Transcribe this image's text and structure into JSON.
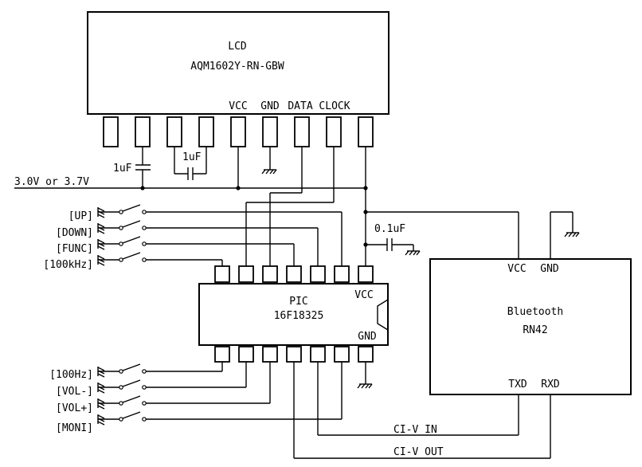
{
  "lcd": {
    "title": "LCD",
    "model": "AQM1602Y-RN-GBW",
    "pins": {
      "vcc": "VCC",
      "gnd": "GND",
      "data": "DATA",
      "clock": "CLOCK"
    }
  },
  "pic": {
    "title": "PIC",
    "model": "16F18325",
    "pins": {
      "vcc": "VCC",
      "gnd": "GND"
    }
  },
  "bluetooth": {
    "title": "Bluetooth",
    "model": "RN42",
    "pins": {
      "vcc": "VCC",
      "gnd": "GND",
      "txd": "TXD",
      "rxd": "RXD"
    }
  },
  "capacitors": {
    "c1": "1uF",
    "c2": "1uF",
    "c3": "0.1uF"
  },
  "supply": "3.0V or 3.7V",
  "switches_top": [
    "[UP]",
    "[DOWN]",
    "[FUNC]",
    "[100kHz]"
  ],
  "switches_bottom": [
    "[100Hz]",
    "[VOL-]",
    "[VOL+]",
    "[MONI]"
  ],
  "signals": {
    "civ_in": "CI-V IN",
    "civ_out": "CI-V OUT"
  }
}
